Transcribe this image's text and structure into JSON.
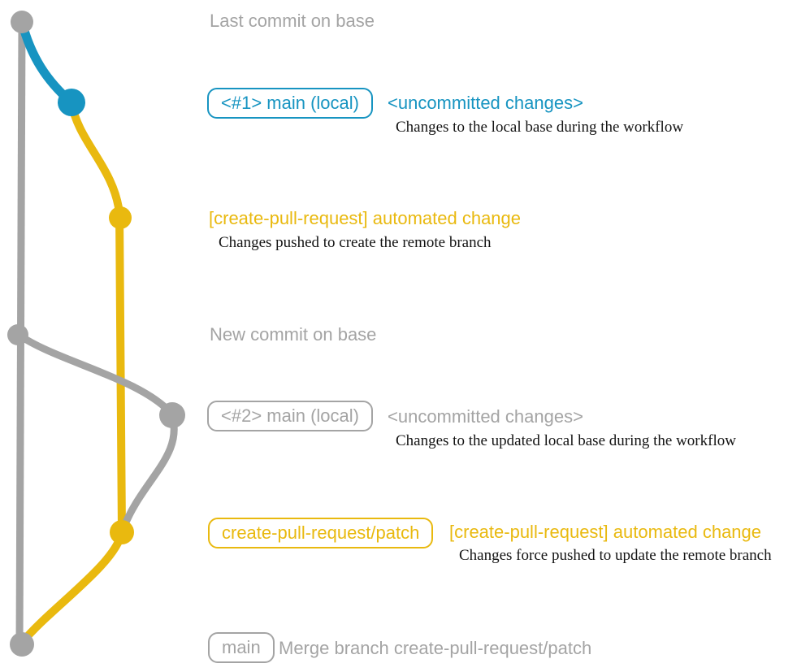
{
  "colors": {
    "gray": "#a4a4a4",
    "blue": "#1794c1",
    "yellow": "#e9b90f",
    "ink": "#141414"
  },
  "graph": {
    "description": "git graph: base branch (gray) with blue local-changes commit, yellow create-pull-request/patch branch, rebased gray local commit, force-pushed yellow commit, merge back to base",
    "commits": [
      {
        "id": "last-commit-on-base",
        "branch": "base",
        "color": "gray"
      },
      {
        "id": "local-main-1",
        "branch": "main (local)",
        "color": "blue"
      },
      {
        "id": "automated-change-1",
        "branch": "create-pull-request/patch",
        "color": "yellow"
      },
      {
        "id": "new-commit-on-base",
        "branch": "base",
        "color": "gray"
      },
      {
        "id": "local-main-2",
        "branch": "main (local)",
        "color": "gray"
      },
      {
        "id": "automated-change-2",
        "branch": "create-pull-request/patch",
        "color": "yellow"
      },
      {
        "id": "merge-commit",
        "branch": "base",
        "color": "gray"
      }
    ]
  },
  "rows": {
    "r1": {
      "heading": "Last commit on base"
    },
    "r2": {
      "badge": "<#1> main (local)",
      "title": "<uncommitted changes>",
      "desc": "Changes to the local base during the workflow"
    },
    "r3": {
      "title": "[create-pull-request] automated change",
      "desc": "Changes pushed to create the remote branch"
    },
    "r4": {
      "heading": "New commit on base"
    },
    "r5": {
      "badge": "<#2> main (local)",
      "title": "<uncommitted changes>",
      "desc": "Changes to the updated local base during the workflow"
    },
    "r6": {
      "badge": "create-pull-request/patch",
      "title": "[create-pull-request] automated change",
      "desc": "Changes force pushed to update the remote branch"
    },
    "r7": {
      "badge": "main",
      "title": "Merge branch create-pull-request/patch"
    }
  }
}
